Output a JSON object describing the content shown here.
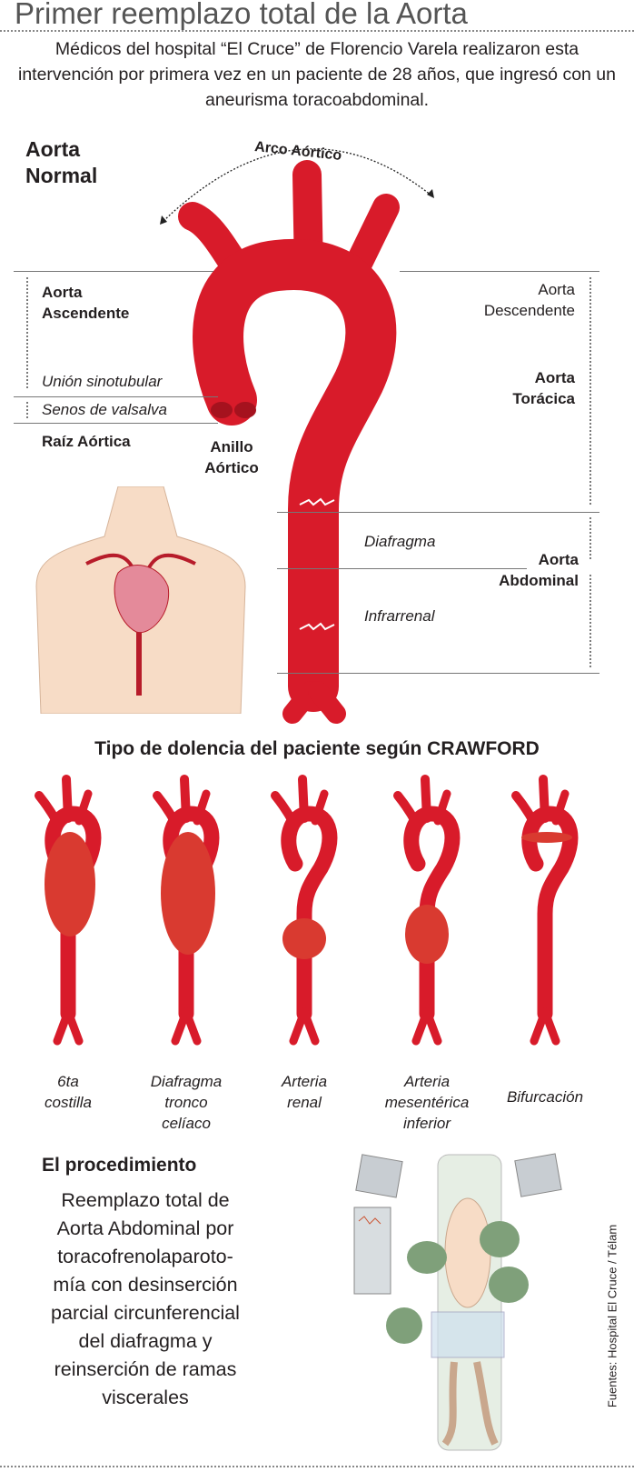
{
  "title": "Primer reemplazo total de la Aorta",
  "intro": "Médicos del hospital “El Cruce” de Florencio Varela realizaron esta intervención por primera vez en un paciente de 28 años, que ingresó con un aneurisma toracoabdominal.",
  "normal": {
    "heading_1": "Aorta",
    "heading_2": "Normal",
    "arch": "Arco Aórtico",
    "asc_1": "Aorta",
    "asc_2": "Ascendente",
    "sinotub": "Unión sinotubular",
    "valsalva": "Senos de valsalva",
    "root": "Raíz Aórtica",
    "ring_1": "Anillo",
    "ring_2": "Aórtico",
    "desc_1": "Aorta",
    "desc_2": "Descendente",
    "thor_1": "Aorta",
    "thor_2": "Torácica",
    "diaf": "Diafragma",
    "abd_1": "Aorta",
    "abd_2": "Abdominal",
    "infra": "Infrarrenal"
  },
  "crawford": {
    "title": "Tipo de dolencia del paciente según CRAWFORD",
    "types": [
      {
        "l1": "6ta",
        "l2": "costilla",
        "l3": ""
      },
      {
        "l1": "Diafragma",
        "l2": "tronco",
        "l3": "celíaco"
      },
      {
        "l1": "Arteria",
        "l2": "renal",
        "l3": ""
      },
      {
        "l1": "Arteria",
        "l2": "mesentérica",
        "l3": "inferior"
      },
      {
        "l1": "Bifurcación",
        "l2": "",
        "l3": ""
      }
    ]
  },
  "procedure": {
    "title": "El procedimiento",
    "lines": [
      "Reemplazo total de",
      "Aorta Abdominal por",
      "toracofrenolaparoto-",
      "mía con desinserción",
      "parcial circunferencial",
      "del diafragma y",
      "reinserción de ramas",
      "viscerales"
    ]
  },
  "source": "Fuentes: Hospital El Cruce / Télam",
  "colors": {
    "aorta": "#d81b2a",
    "aneurysm": "#d93a30",
    "skin": "#f7dcc6"
  }
}
